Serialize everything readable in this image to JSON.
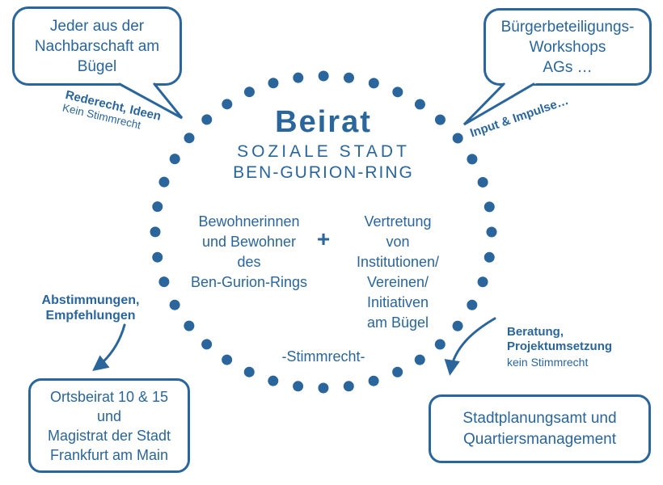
{
  "colors": {
    "accent": "#2a659b"
  },
  "center": {
    "title": "Beirat",
    "subtitle_line1": "SOZIALE STADT",
    "subtitle_line2": "BEN-GURION-RING",
    "members_left": "Bewohnerinnen\nund Bewohner\ndes\nBen-Gurion-Rings",
    "plus_sign": "+",
    "members_right": "Vertretung\nvon\nInstitutionen/\nVereinen/\nInitiativen\nam Bügel",
    "voting_note": "-Stimmrecht-"
  },
  "bubbles": {
    "neighborhood": "Jeder aus der\nNachbarschaft am\nBügel",
    "workshops": "Bürgerbeteiligungs-\nWorkshops\nAGs …",
    "ortsbeirat": "Ortsbeirat 10 & 15\nund\nMagistrat der Stadt\nFrankfurt am Main",
    "stadtplanung": "Stadtplanungsamt und\nQuartiersmanagement"
  },
  "annotations": {
    "neighborhood_role_bold": "Rederecht, Ideen",
    "neighborhood_role_note": "Kein Stimmrecht",
    "workshops_role": "Input & Impulse…",
    "ortsbeirat_role": "Abstimmungen,\nEmpfehlungen",
    "stadtplanung_role_bold": "Beratung,\nProjektumsetzung",
    "stadtplanung_role_note": "kein Stimmrecht"
  }
}
